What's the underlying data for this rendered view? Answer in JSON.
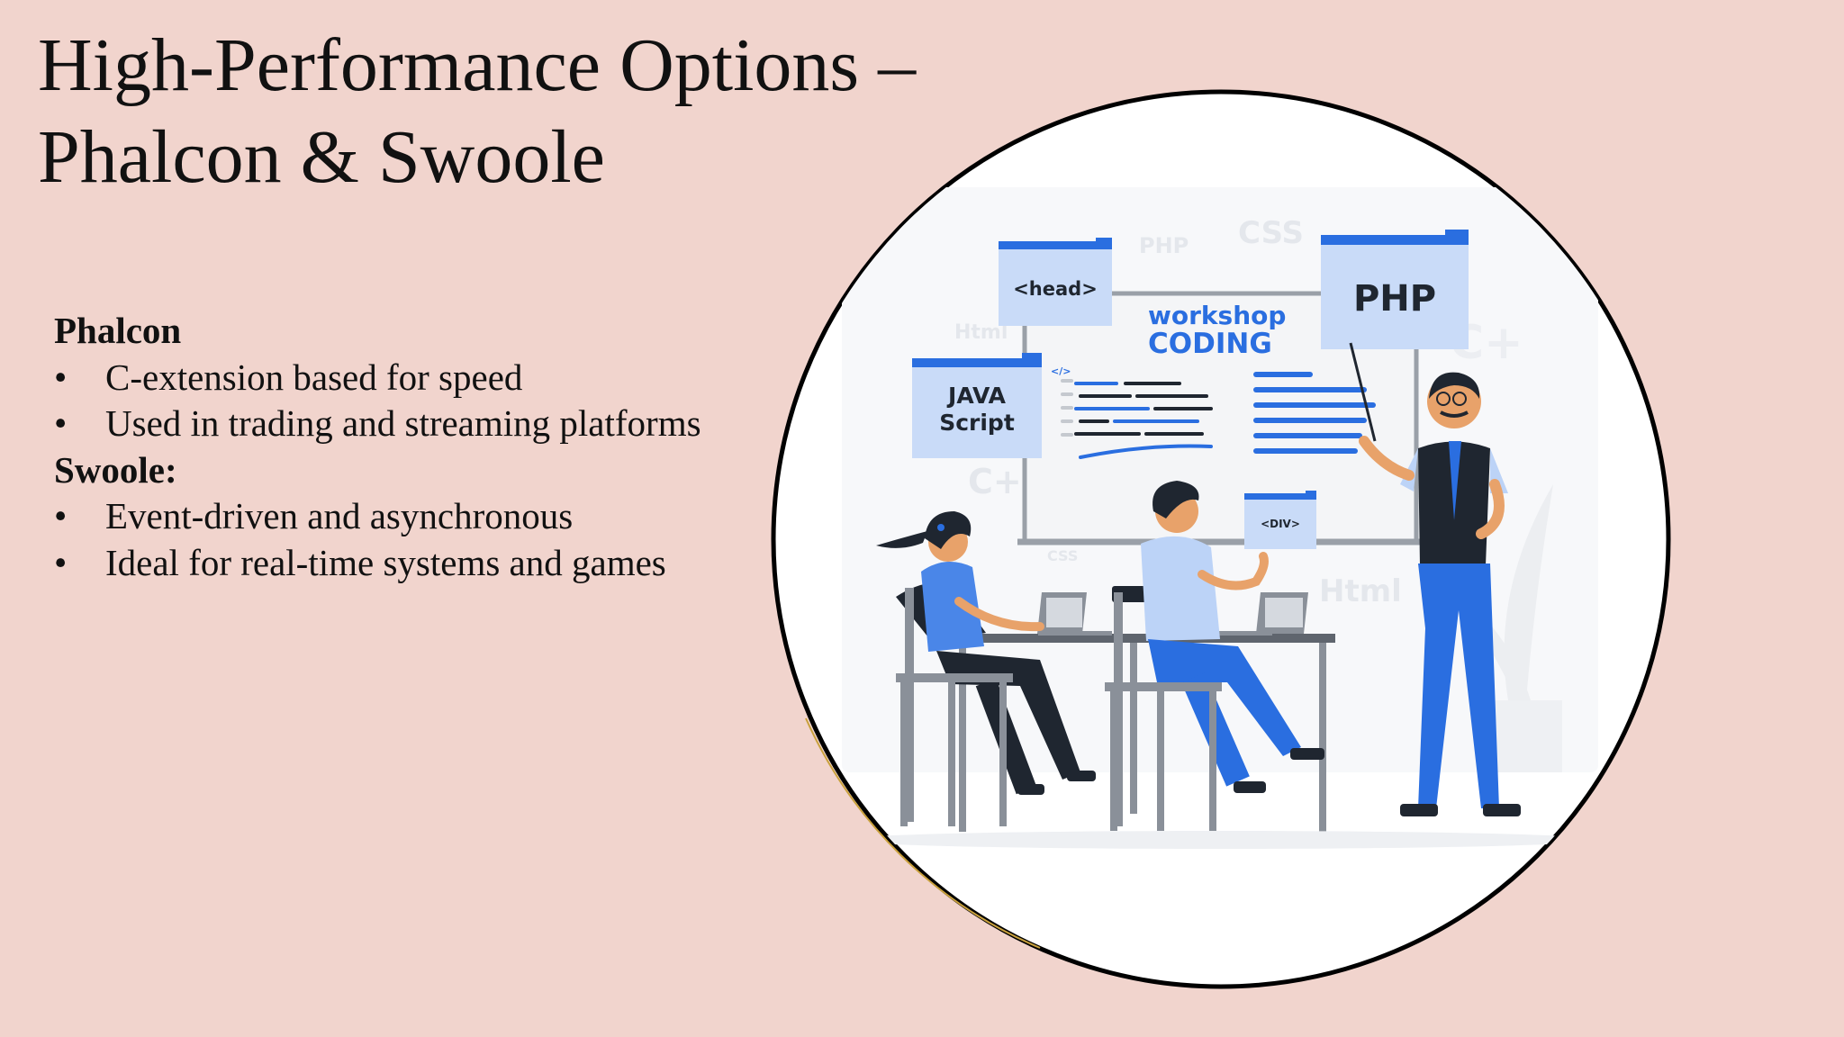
{
  "slide": {
    "title_line1": "High-Performance Options –",
    "title_line2": "Phalcon & Swoole"
  },
  "sections": [
    {
      "heading": "Phalcon",
      "bullets": [
        "C-extension based for speed",
        "Used in trading and streaming platforms"
      ]
    },
    {
      "heading": "Swoole:",
      "bullets": [
        "Event-driven and asynchronous",
        "Ideal for real-time systems and games"
      ]
    }
  ],
  "illustration": {
    "board_line1": "workshop",
    "board_line2": "CODING",
    "head_tag": "<head>",
    "php_tag": "PHP",
    "java_line1": "JAVA",
    "java_line2": "Script",
    "div_tag": "<DIV>",
    "code_tag": "</>",
    "bg_php": "PHP",
    "bg_css": "CSS",
    "bg_html": "Html",
    "bg_html2": "Html",
    "bg_c1": "C+",
    "bg_c2": "C+",
    "bg_css2": "CSS"
  },
  "colors": {
    "background": "#f1d4cd",
    "accent_blue": "#2a6ee0",
    "light_blue": "#bcd3f7",
    "dark": "#1f2630"
  }
}
